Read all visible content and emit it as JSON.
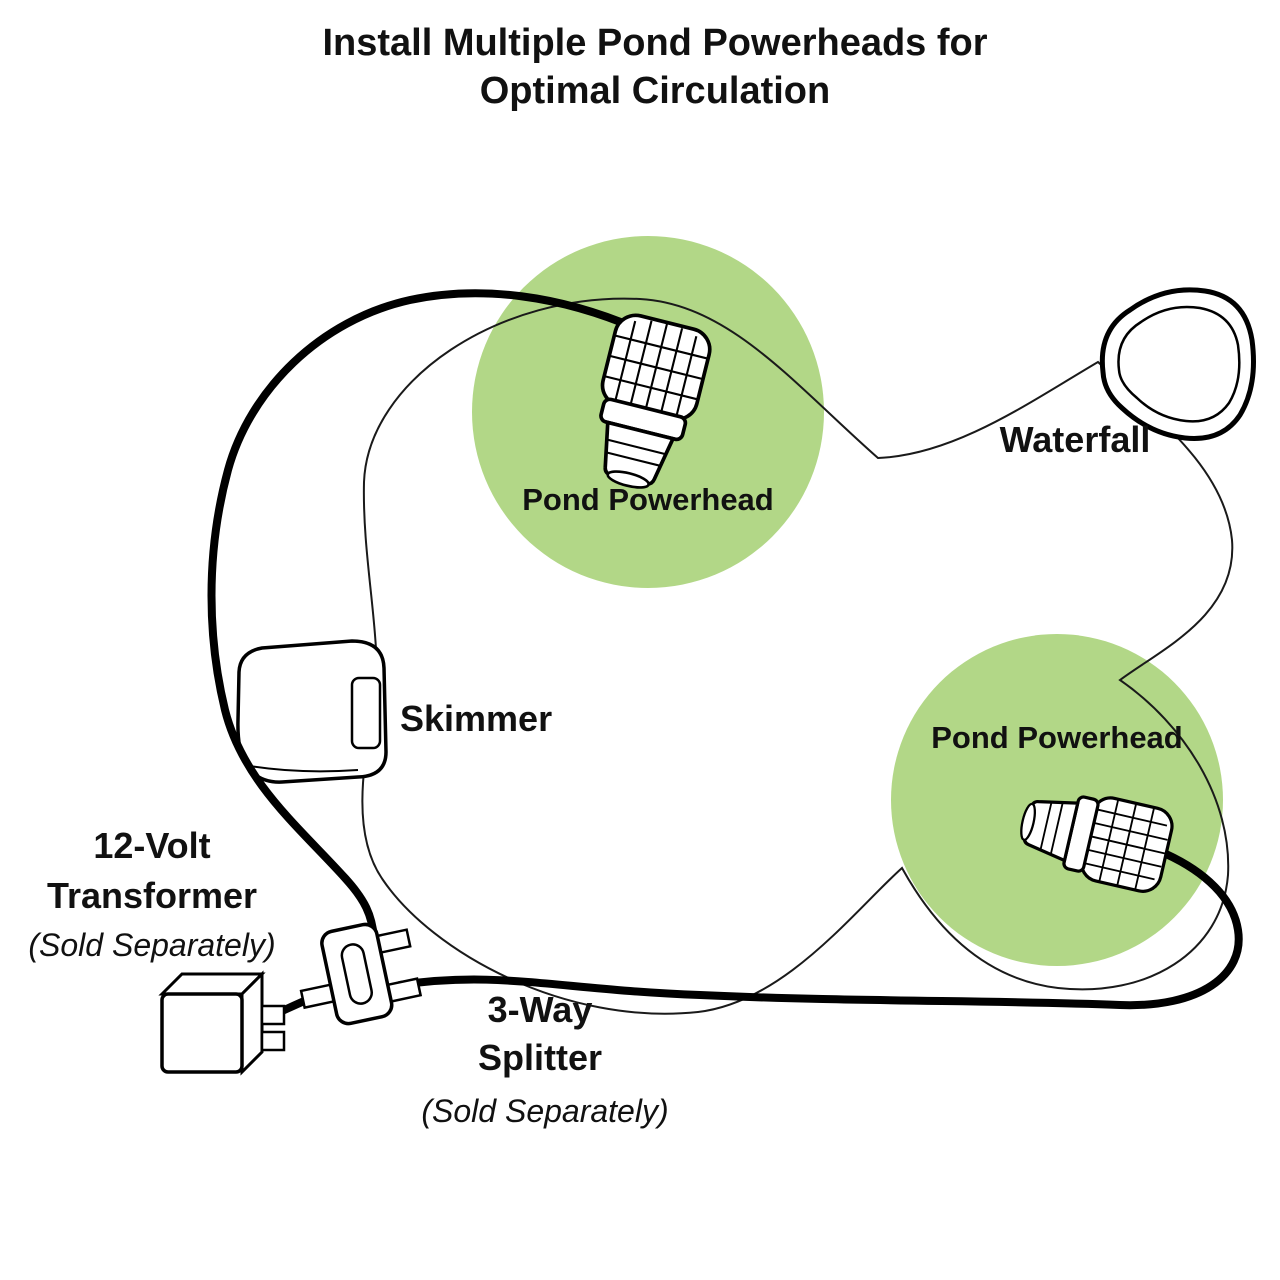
{
  "title": {
    "line1": "Install Multiple Pond Powerheads for",
    "line2": "Optimal Circulation"
  },
  "labels": {
    "waterfall": "Waterfall",
    "skimmer": "Skimmer",
    "powerhead_top": "Pond Powerhead",
    "powerhead_right": "Pond Powerhead",
    "transformer_line1": "12-Volt",
    "transformer_line2": "Transformer",
    "transformer_note": "(Sold Separately)",
    "splitter_line1": "3-Way",
    "splitter_line2": "Splitter",
    "splitter_note": "(Sold Separately)"
  },
  "colors": {
    "highlight_green": "#b2d787",
    "line_black": "#000000",
    "background": "#ffffff"
  }
}
